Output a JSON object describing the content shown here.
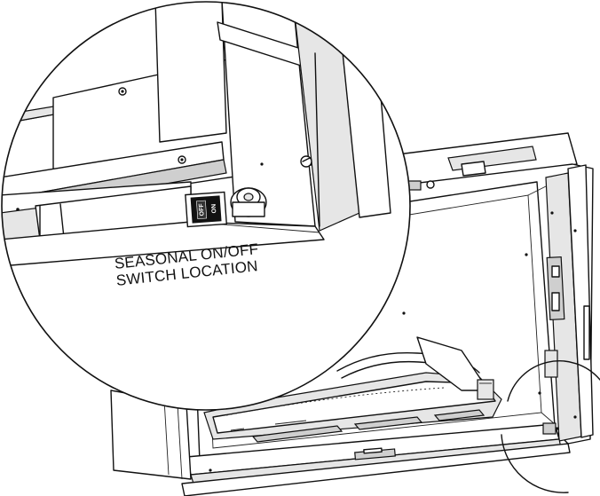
{
  "callout": {
    "line1": "SEASONAL ON/OFF",
    "line2": "SWITCH LOCATION"
  },
  "switch": {
    "off_label": "OFF",
    "on_label": "ON"
  },
  "icons": [
    "magnifier-circle",
    "detail-circle"
  ]
}
